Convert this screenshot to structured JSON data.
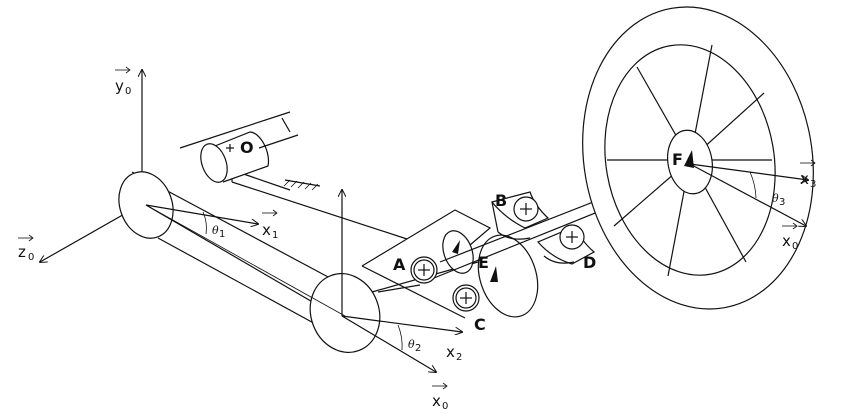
{
  "diagram": {
    "axes": {
      "y0": {
        "base": "y",
        "sub": "0"
      },
      "z0": {
        "base": "z",
        "sub": "0"
      },
      "x1": {
        "base": "x",
        "sub": "1"
      },
      "x2": {
        "base": "x",
        "sub": "2"
      },
      "x0_bottom": {
        "base": "x",
        "sub": "0"
      },
      "x3": {
        "base": "x",
        "sub": "3"
      },
      "x0_right": {
        "base": "x",
        "sub": "0"
      }
    },
    "angles": {
      "theta1": {
        "base": "θ",
        "sub": "1"
      },
      "theta2": {
        "base": "θ",
        "sub": "2"
      },
      "theta3": {
        "base": "θ",
        "sub": "3"
      }
    },
    "points": {
      "O": "O",
      "A": "A",
      "B": "B",
      "C": "C",
      "D": "D",
      "E": "E",
      "F": "F"
    }
  }
}
